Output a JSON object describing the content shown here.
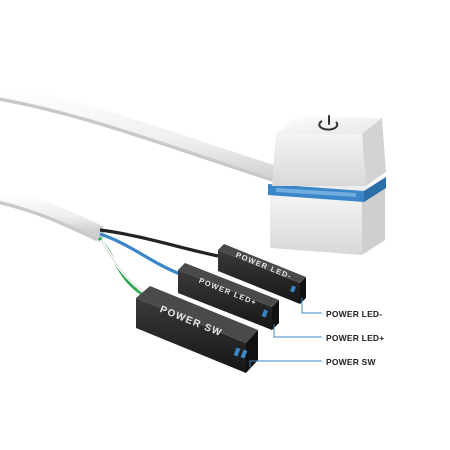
{
  "product": {
    "button_symbol": "power-icon",
    "accent_color": "#3a86c8",
    "cable_color": "#f2f2f2",
    "wire_colors": [
      "#222222",
      "#3a86c8",
      "#2fa84f",
      "#ffffff"
    ]
  },
  "connectors": [
    {
      "plug_text": "POWER LED-",
      "callout": "POWER LED-"
    },
    {
      "plug_text": "POWER LED+",
      "callout": "POWER LED+"
    },
    {
      "plug_text": "POWER SW",
      "callout": "POWER SW"
    }
  ]
}
